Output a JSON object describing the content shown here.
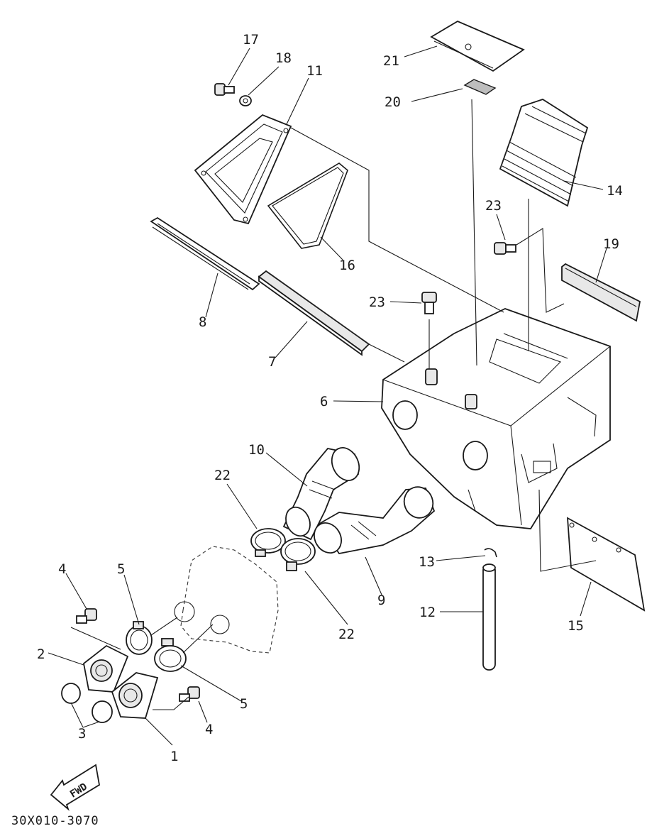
{
  "diagram": {
    "drawing_code": "30X010-3070",
    "direction_marker": "FWD",
    "callouts": [
      {
        "id": "c17",
        "text": "17"
      },
      {
        "id": "c18",
        "text": "18"
      },
      {
        "id": "c11",
        "text": "11"
      },
      {
        "id": "c21",
        "text": "21"
      },
      {
        "id": "c20",
        "text": "20"
      },
      {
        "id": "c14",
        "text": "14"
      },
      {
        "id": "c23a",
        "text": "23"
      },
      {
        "id": "c16",
        "text": "16"
      },
      {
        "id": "c19",
        "text": "19"
      },
      {
        "id": "c8",
        "text": "8"
      },
      {
        "id": "c23b",
        "text": "23"
      },
      {
        "id": "c7",
        "text": "7"
      },
      {
        "id": "c6",
        "text": "6"
      },
      {
        "id": "c10",
        "text": "10"
      },
      {
        "id": "c22a",
        "text": "22"
      },
      {
        "id": "c4a",
        "text": "4"
      },
      {
        "id": "c5a",
        "text": "5"
      },
      {
        "id": "c13",
        "text": "13"
      },
      {
        "id": "c9",
        "text": "9"
      },
      {
        "id": "c12",
        "text": "12"
      },
      {
        "id": "c15",
        "text": "15"
      },
      {
        "id": "c22b",
        "text": "22"
      },
      {
        "id": "c2",
        "text": "2"
      },
      {
        "id": "c5b",
        "text": "5"
      },
      {
        "id": "c4b",
        "text": "4"
      },
      {
        "id": "c3",
        "text": "3"
      },
      {
        "id": "c1",
        "text": "1"
      }
    ]
  }
}
